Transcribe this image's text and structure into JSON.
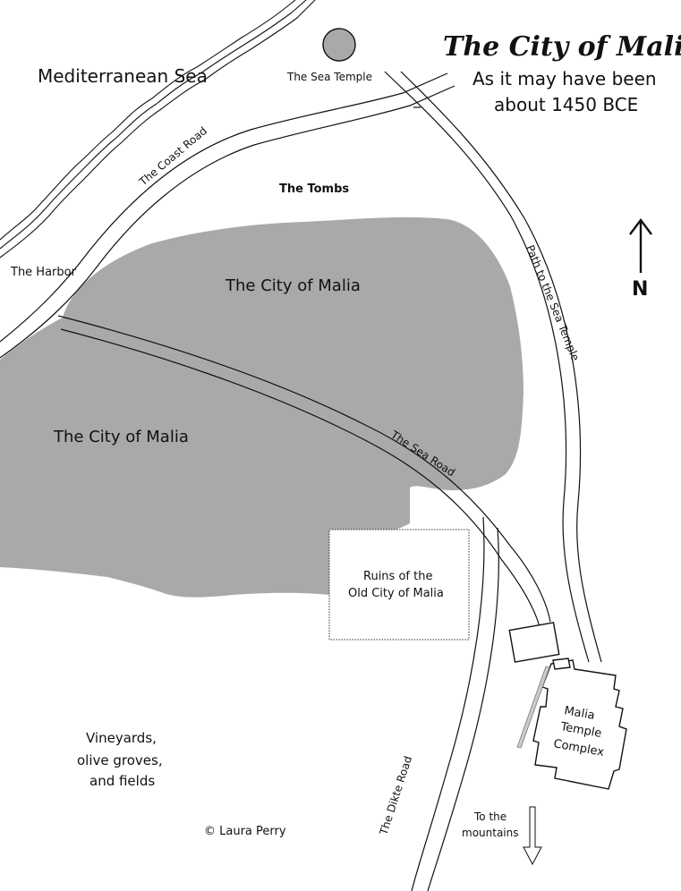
{
  "title": "The City of Malia",
  "subtitle_line1": "As it may have been",
  "subtitle_line2": "about 1450 BCE",
  "labels": {
    "sea": "Mediterranean Sea",
    "sea_temple": "The Sea Temple",
    "coast_road": "The Coast Road",
    "tombs": "The Tombs",
    "harbor": "The Harbor",
    "city_upper": "The City of Malia",
    "city_lower": "The City of Malia",
    "path_sea_temple": "Path to the Sea Temple",
    "sea_road": "The Sea Road",
    "ruins_line1": "Ruins of the",
    "ruins_line2": "Old City of Malia",
    "temple_line1": "Malia",
    "temple_line2": "Temple",
    "temple_line3": "Complex",
    "vineyards_line1": "Vineyards,",
    "vineyards_line2": "olive groves,",
    "vineyards_line3": "and fields",
    "copyright": "© Laura Perry",
    "dikte_road": "The Dikte Road",
    "mountains_line1": "To the",
    "mountains_line2": "mountains",
    "north": "N"
  },
  "colors": {
    "city_fill": "#a9a9a9",
    "temple_circle": "#a9a9a9",
    "road_edge": "#111111",
    "background": "#ffffff"
  },
  "icons": {
    "north_arrow": "north-arrow-icon",
    "south_arrow": "down-arrow-icon"
  }
}
